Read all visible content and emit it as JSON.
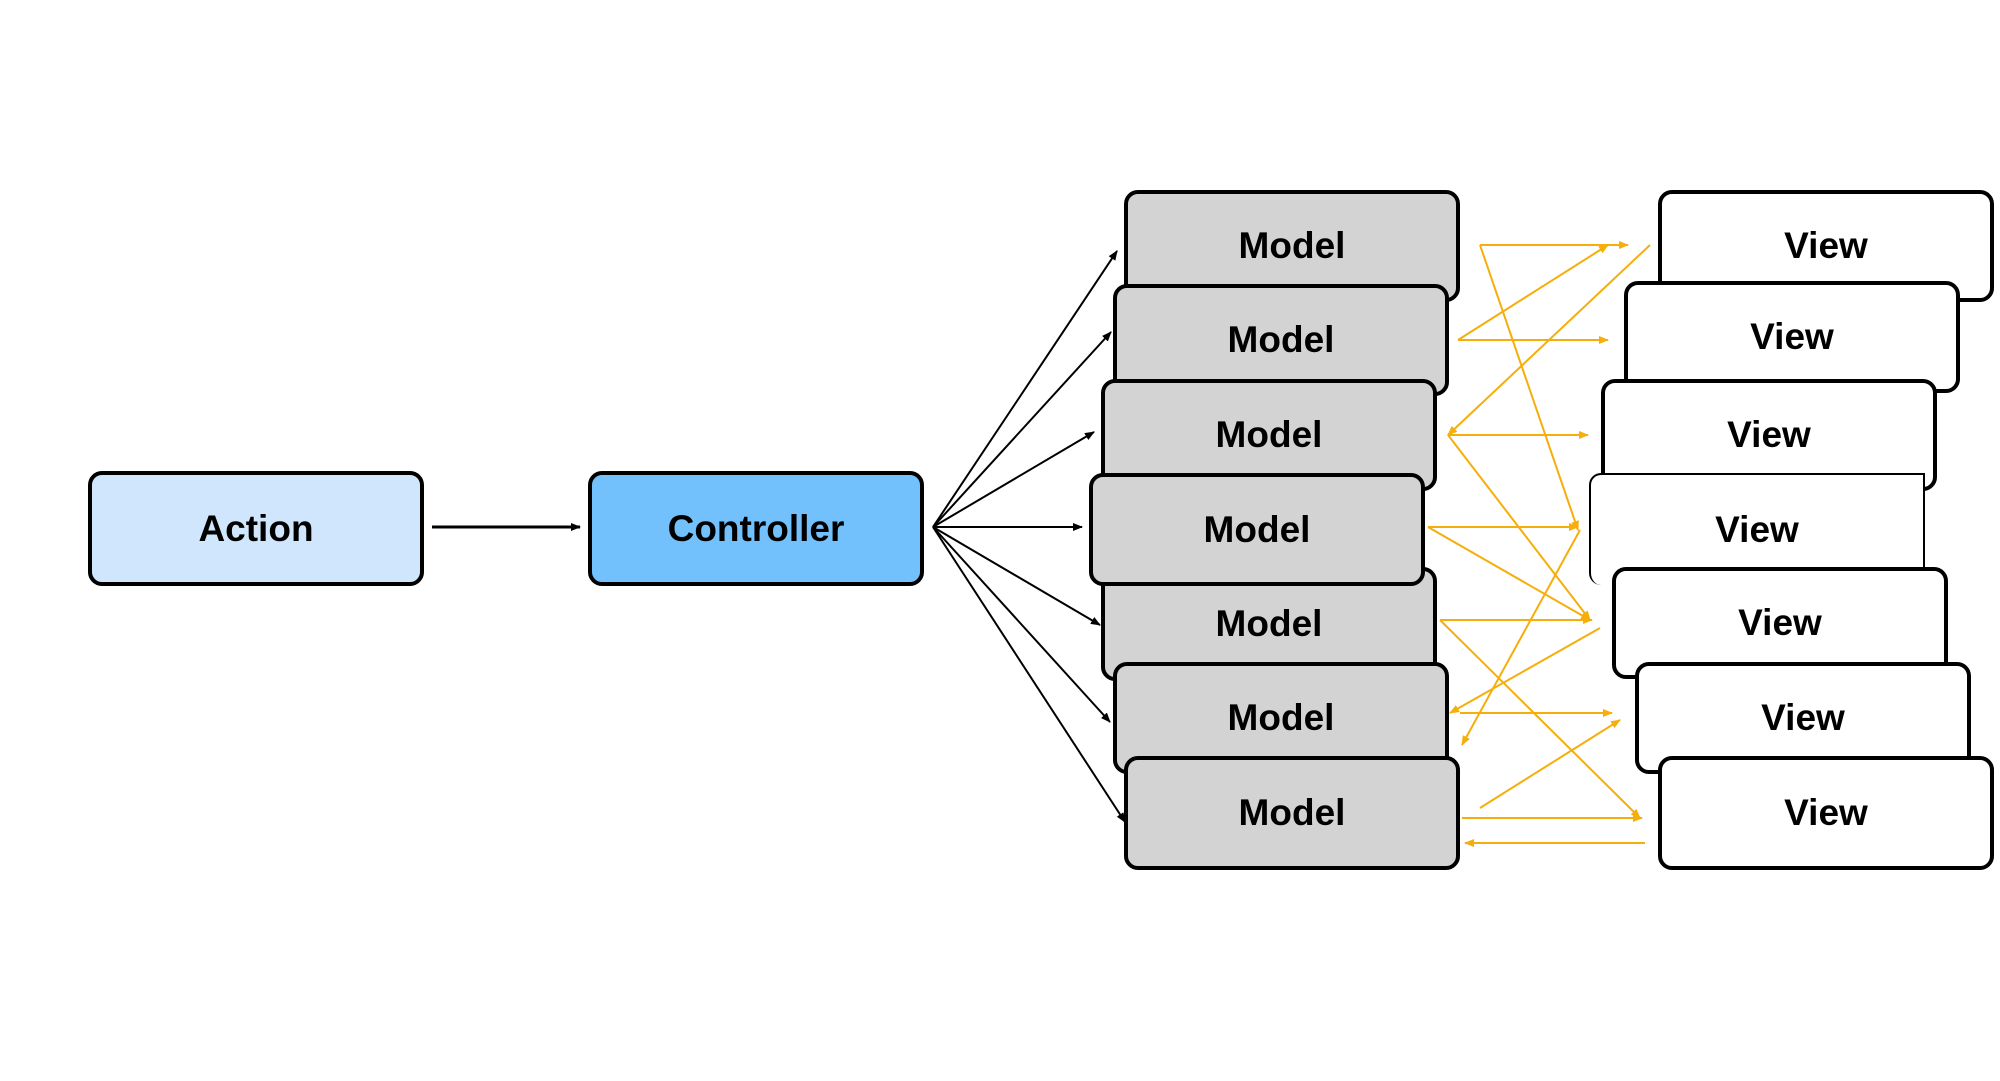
{
  "diagram": {
    "action": {
      "label": "Action",
      "color": "#cfe6fd"
    },
    "controller": {
      "label": "Controller",
      "color": "#72c1fd"
    },
    "models": [
      {
        "label": "Model"
      },
      {
        "label": "Model"
      },
      {
        "label": "Model"
      },
      {
        "label": "Model"
      },
      {
        "label": "Model"
      },
      {
        "label": "Model"
      },
      {
        "label": "Model"
      }
    ],
    "views": [
      {
        "label": "View"
      },
      {
        "label": "View"
      },
      {
        "label": "View"
      },
      {
        "label": "View"
      },
      {
        "label": "View"
      },
      {
        "label": "View"
      },
      {
        "label": "View"
      }
    ],
    "model_color": "#d3d3d3",
    "view_color": "#ffffff",
    "edge_color": "#000000",
    "cross_edge_color": "#f5ae0a"
  }
}
